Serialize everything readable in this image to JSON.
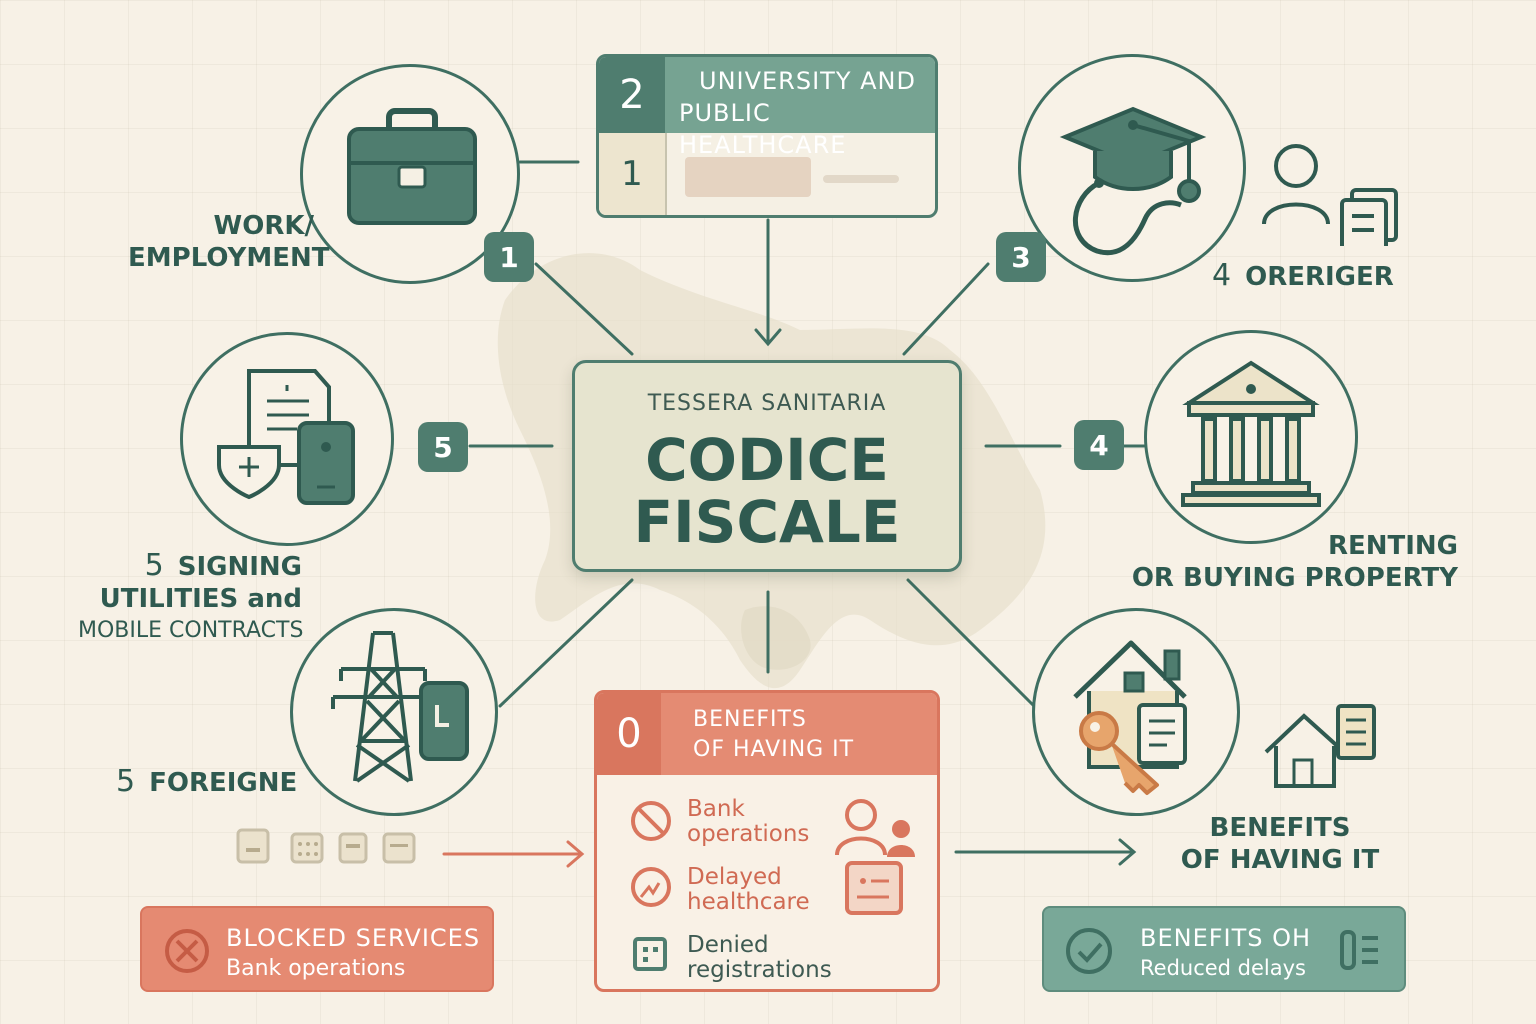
{
  "center": {
    "subtitle": "TESSERA SANITARIA",
    "title_line1": "CODICE",
    "title_line2": "FISCALE"
  },
  "top_card": {
    "number": "2",
    "title_line1": "UNIVERSITY AND",
    "title_line2": "PUBLIC HEALTHCARE",
    "sub_number": "1"
  },
  "nodes": {
    "work": {
      "badge": "1",
      "label_line1": "WORK/",
      "label_line2": "EMPLOYMENT",
      "icon": "briefcase-icon"
    },
    "education": {
      "badge": "3",
      "label_number": "4",
      "label": "ORERIGER",
      "icon": "graduation-cap-stethoscope-icon"
    },
    "documents": {
      "badge": "5",
      "label_number": "5",
      "label_line1": "SIGNING",
      "label_line2": "UTILITIES and",
      "label_line3": "MOBILE CONTRACTS",
      "icon": "document-phone-icon"
    },
    "bank": {
      "badge": "4",
      "label_line1": "RENTING",
      "label_line2": "OR BUYING PROPERTY",
      "icon": "bank-icon"
    },
    "utilities": {
      "label_number": "5",
      "label": "FOREIGNE",
      "icon": "power-tower-icon"
    },
    "house": {
      "label_line1": "BENEFITS",
      "label_line2": "OF HAVING IT",
      "icon": "house-key-icon"
    }
  },
  "red_card": {
    "number": "0",
    "title_line1": "BENEFITS",
    "title_line2": "OF HAVING IT",
    "items": [
      {
        "line1": "Bank",
        "line2": "operations",
        "icon": "prohibited-icon"
      },
      {
        "line1": "Delayed",
        "line2": "healthcare",
        "icon": "alert-circle-icon"
      },
      {
        "line1": "Denied",
        "line2": "registrations",
        "icon": "form-icon"
      }
    ]
  },
  "blocked": {
    "title": "BLOCKED SERVICES",
    "subtitle": "Bank operations",
    "icon": "x-circle-icon"
  },
  "benefits": {
    "title": "BENEFITS OH",
    "subtitle": "Reduced delays",
    "icon": "check-circle-icon"
  },
  "colors": {
    "green": "#4f7d6f",
    "red": "#d9765e",
    "background": "#f7f1e6"
  }
}
